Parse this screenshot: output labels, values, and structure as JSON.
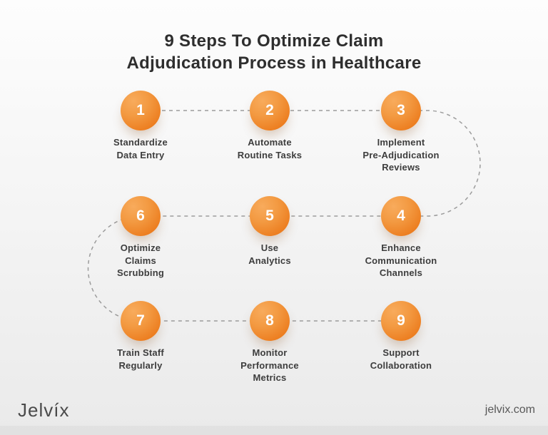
{
  "title": "9 Steps To Optimize Claim\nAdjudication Process in Healthcare",
  "steps": [
    {
      "number": "1",
      "label": "Standardize\nData Entry"
    },
    {
      "number": "2",
      "label": "Automate\nRoutine Tasks"
    },
    {
      "number": "3",
      "label": "Implement\nPre-Adjudication\nReviews"
    },
    {
      "number": "4",
      "label": "Enhance\nCommunication\nChannels"
    },
    {
      "number": "5",
      "label": "Use\nAnalytics"
    },
    {
      "number": "6",
      "label": "Optimize\nClaims\nScrubbing"
    },
    {
      "number": "7",
      "label": "Train Staff\nRegularly"
    },
    {
      "number": "8",
      "label": "Monitor\nPerformance\nMetrics"
    },
    {
      "number": "9",
      "label": "Support\nCollaboration"
    }
  ],
  "footer": {
    "logo": "Jelvíx",
    "website": "jelvix.com"
  },
  "colors": {
    "circle_gradient_light": "#F8AB5C",
    "circle_gradient_dark": "#E8741A",
    "dash_line": "#9C9C9C",
    "title_text": "#2E2E2E",
    "label_text": "#3D3D3D",
    "background_top": "#FDFDFD",
    "background_bottom": "#EAEAEA"
  }
}
